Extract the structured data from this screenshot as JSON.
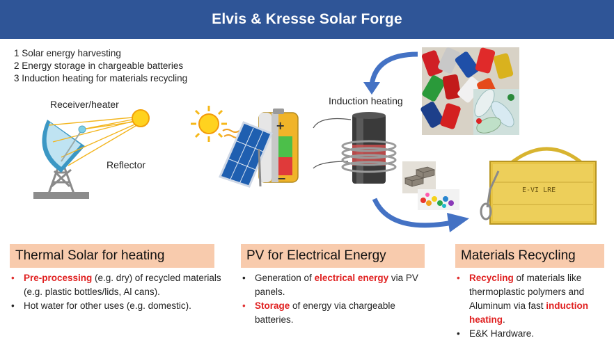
{
  "header": {
    "title": "Elvis & Kresse Solar Forge"
  },
  "steps": [
    "1 Solar energy harvesting",
    "2 Energy storage in chargeable batteries",
    "3 Induction heating for materials recycling"
  ],
  "labels": {
    "receiver": "Receiver/heater",
    "reflector": "Reflector",
    "induction": "Induction heating"
  },
  "bag_text": "E-VI LRE",
  "panels": {
    "thermal": {
      "title": "Thermal Solar for heating",
      "b1_hl": "Pre-processing",
      "b1_rest": " (e.g. dry) of recycled materials (e.g. plastic bottles/lids, Al cans).",
      "b2": "Hot water for other uses (e.g. domestic)."
    },
    "pv": {
      "title": "PV for Electrical Energy",
      "b1_pre": "Generation of ",
      "b1_hl": "electrical energy",
      "b1_post": " via PV panels.",
      "b2_hl": "Storage",
      "b2_rest": " of energy via chargeable batteries."
    },
    "recycling": {
      "title": "Materials Recycling",
      "b1_hl": "Recycling",
      "b1_mid": " of materials like thermoplastic polymers and Aluminum via fast ",
      "b1_hl2": "induction heating",
      "b1_post": ".",
      "b2": "E&K Hardware."
    }
  },
  "colors": {
    "header": "#2f5597",
    "panel_head": "#f8cbad",
    "highlight": "#e02020",
    "arrow": "#4472c4"
  }
}
